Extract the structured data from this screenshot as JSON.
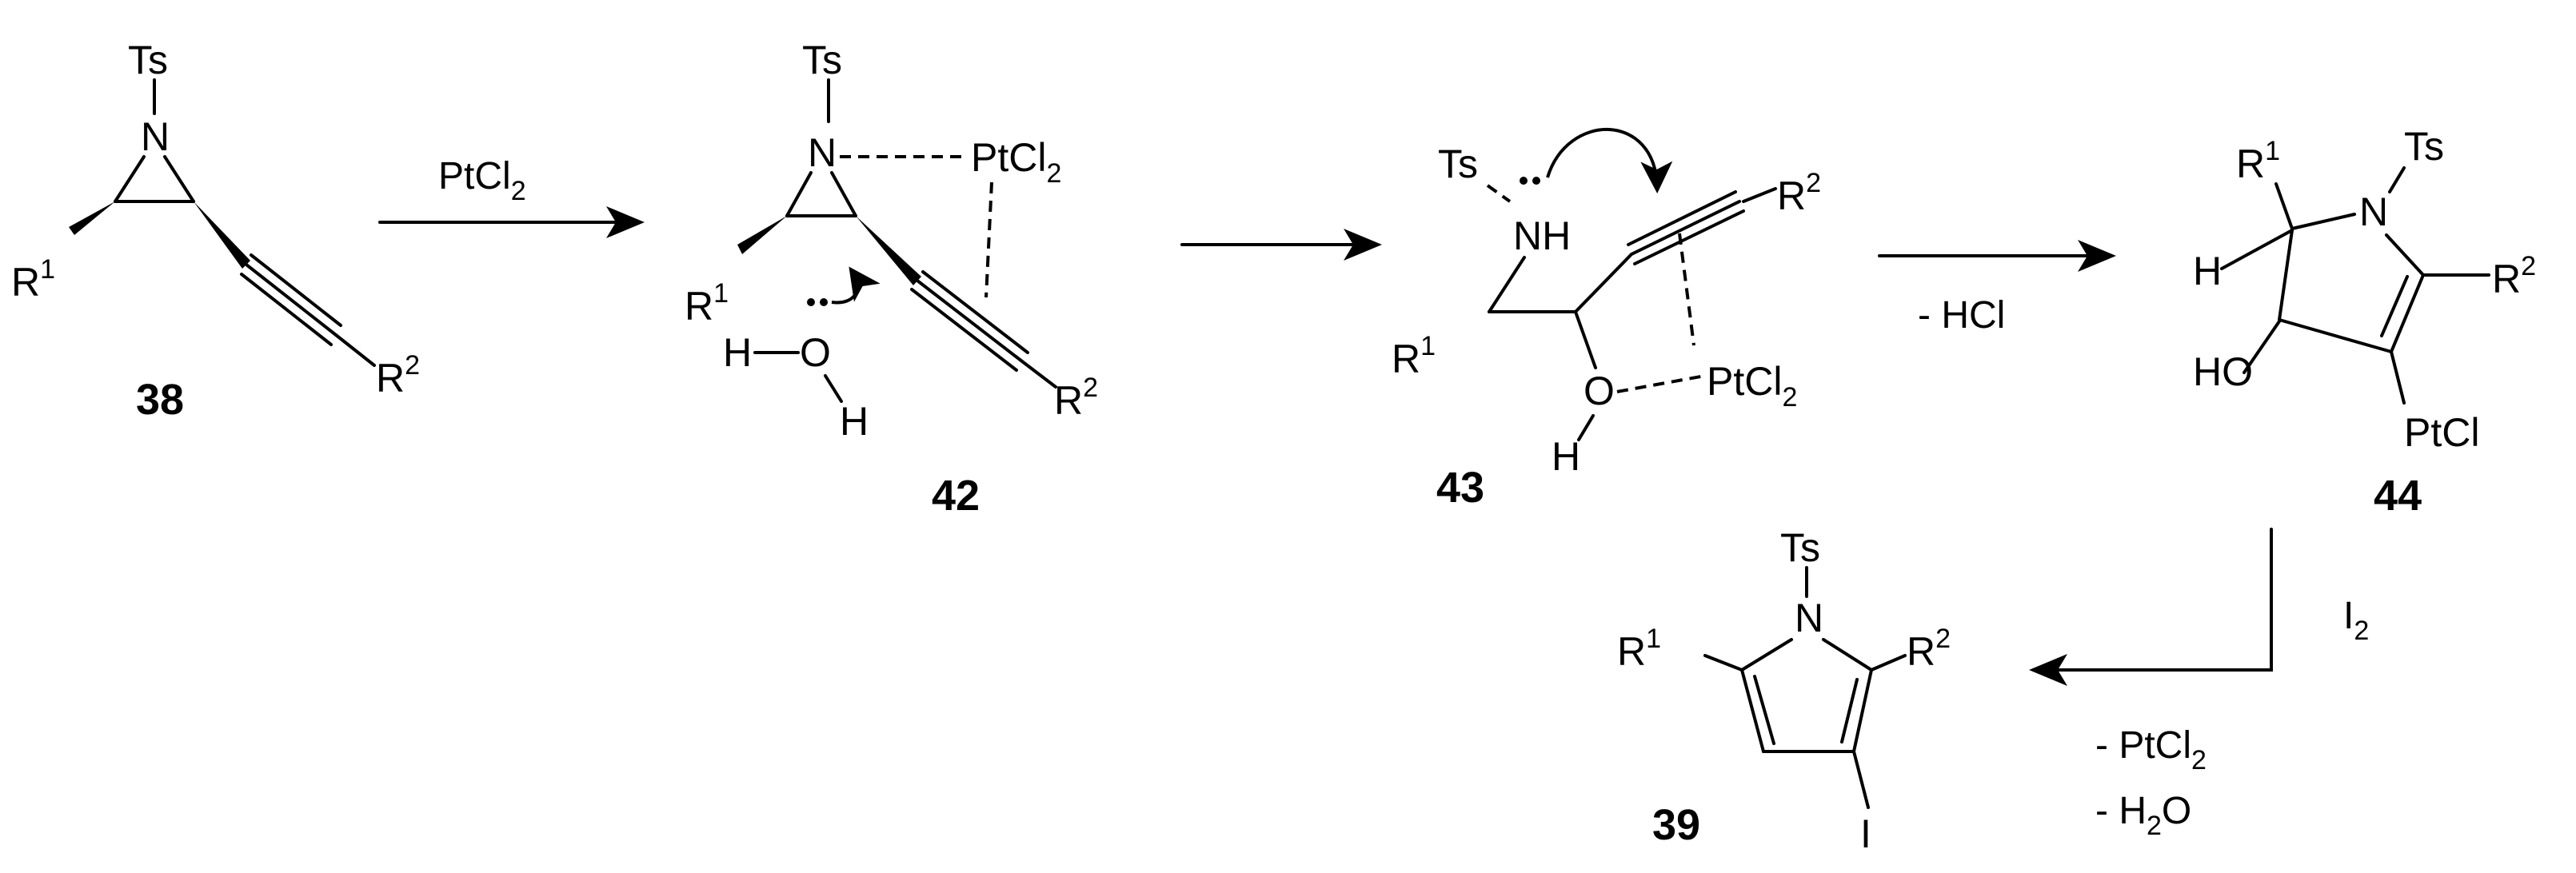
{
  "labels": {
    "ts": "Ts",
    "n": "N",
    "r": "R",
    "sup1": "1",
    "sup2": "2",
    "h": "H",
    "o": "O",
    "ho": "HO",
    "nh": "NH",
    "pt": "PtCl",
    "sub2": "2",
    "ptcl": "PtCl",
    "i": "I"
  },
  "compounds": {
    "c38": "38",
    "c42": "42",
    "c43": "43",
    "c44": "44",
    "c39": "39"
  },
  "conditions": {
    "step1_reagent": "PtCl",
    "step1_reagent_sub": "2",
    "step3_byproduct": "- HCl",
    "step4_reagent": "I",
    "step4_reagent_sub": "2",
    "step4_byproduct1": "- PtCl",
    "step4_byproduct1_sub": "2",
    "step4_byproduct2_a": "- H",
    "step4_byproduct2_sub": "2",
    "step4_byproduct2_b": "O"
  }
}
